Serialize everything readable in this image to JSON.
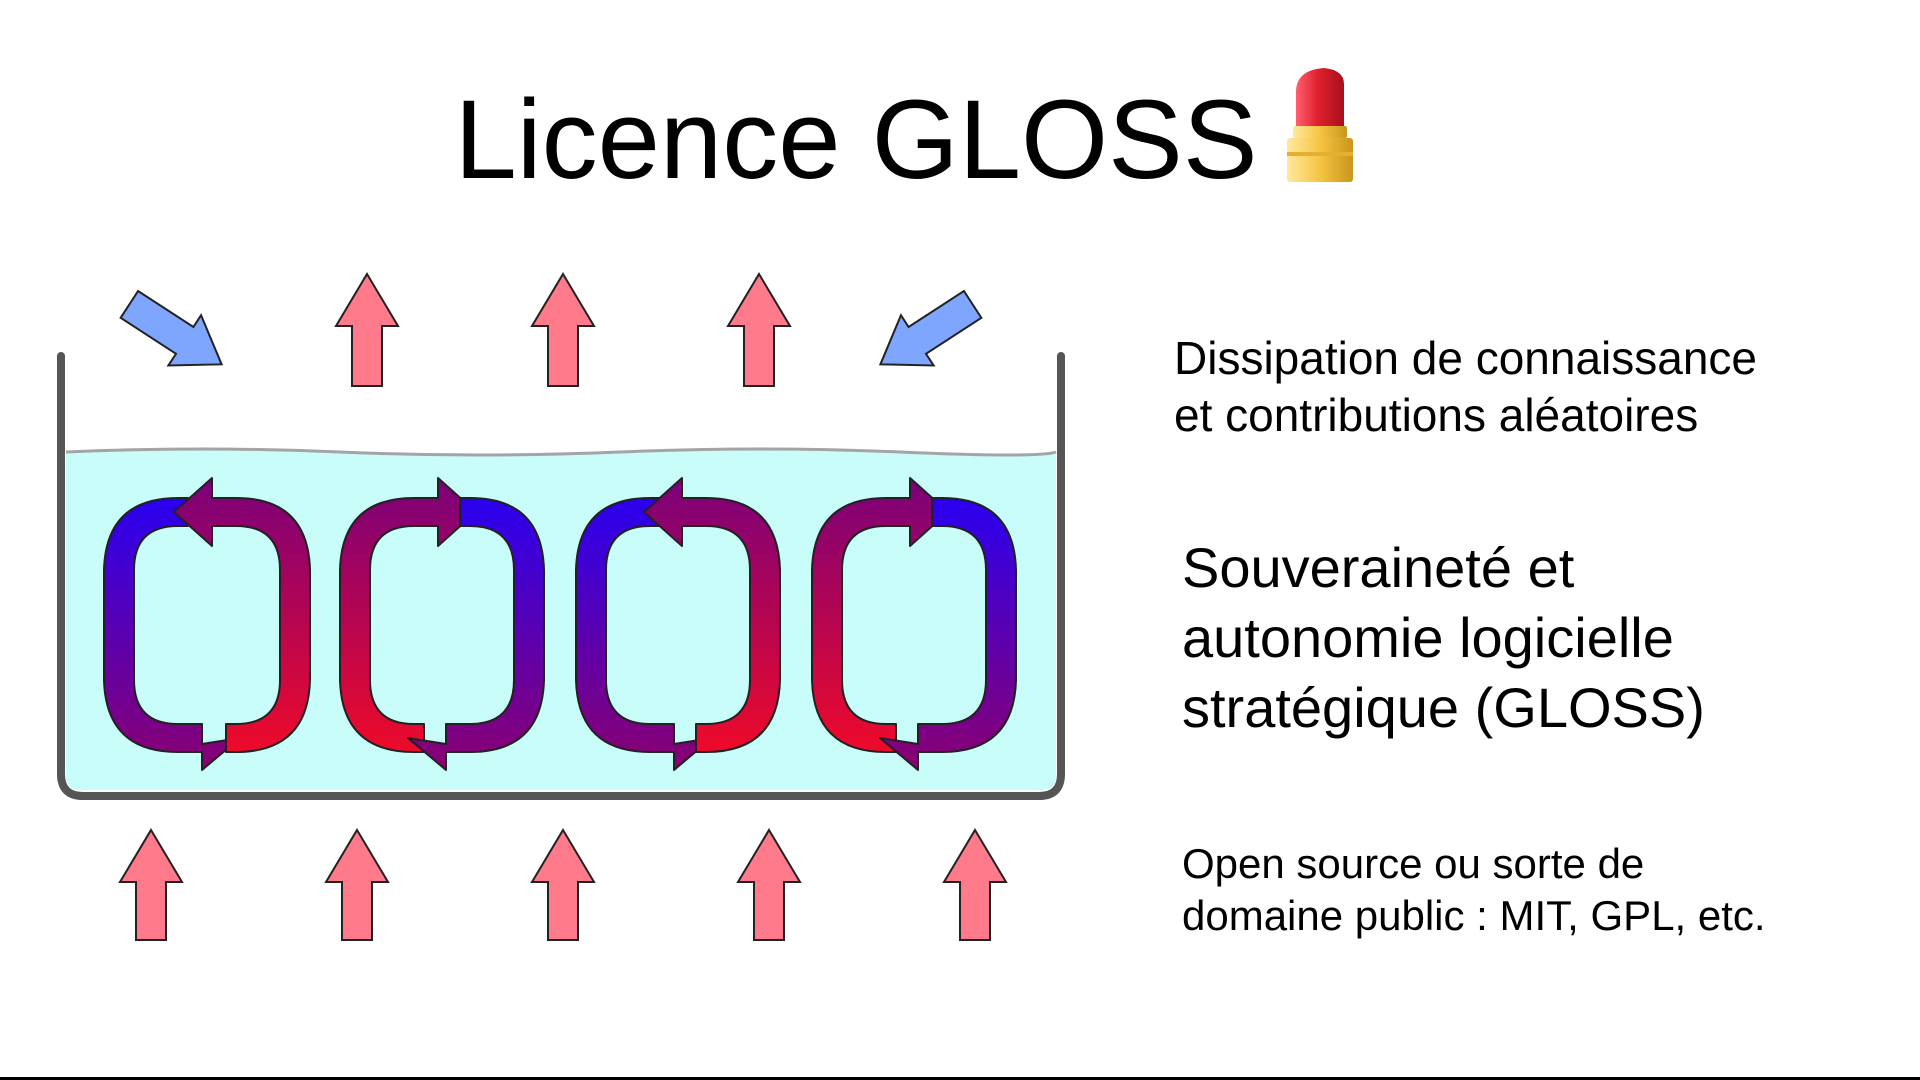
{
  "title": {
    "text": "Licence GLOSS",
    "emoji_icon": "lipstick-icon"
  },
  "labels": {
    "top": "Dissipation de connaissance\net contributions aléatoires",
    "middle": "Souveraineté et\nautonomie logicielle\nstratégique (GLOSS)",
    "bottom": "Open source ou sorte de\ndomaine public : MIT, GPL, etc."
  },
  "colors": {
    "water": "#c8fdfa",
    "tank": "#555555",
    "heat_arrow": "#ff7a8a",
    "inflow_arrow": "#7fa6ff",
    "convection_hot": "#ee0a2a",
    "convection_cold": "#2200ee"
  }
}
